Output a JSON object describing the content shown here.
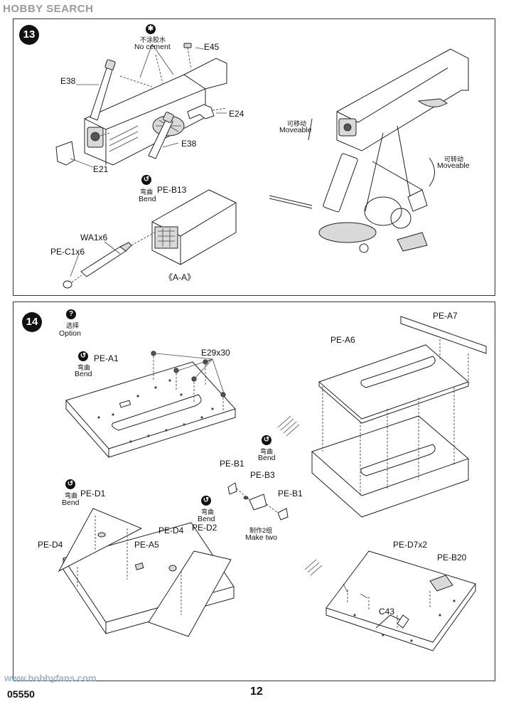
{
  "header": {
    "watermark": "HOBBY SEARCH"
  },
  "step13": {
    "number": "13",
    "no_cement_cn": "不涂胶水",
    "no_cement_en": "No cement",
    "labels": {
      "e45": "E45",
      "e38_top": "E38",
      "e24": "E24",
      "e38_bottom": "E38",
      "e21": "E21"
    },
    "moveable1_cn": "可移动",
    "moveable1_en": "Moveable",
    "moveable2_cn": "可转动",
    "moveable2_en": "Moveable",
    "bend_cn": "弯曲",
    "bend_en": "Bend",
    "pe_b13": "PE-B13",
    "wa1x6": "WA1x6",
    "pe_c1x6": "PE-C1x6",
    "view_aa": "《A-A》"
  },
  "step14": {
    "number": "14",
    "option_cn": "选择",
    "option_en": "Option",
    "bend_cn": "弯曲",
    "bend_en": "Bend",
    "pe_a1": "PE-A1",
    "e29x30": "E29x30",
    "pe_a6": "PE-A6",
    "pe_a7": "PE-A7",
    "pe_b1_left": "PE-B1",
    "pe_b3": "PE-B3",
    "pe_b1_right": "PE-B1",
    "make_two_cn": "制作2组",
    "make_two_en": "Make two",
    "pe_d1": "PE-D1",
    "pe_d4_left": "PE-D4",
    "pe_a5": "PE-A5",
    "pe_d4_right": "PE-D4",
    "pe_d2": "PE-D2",
    "pe_d7x2": "PE-D7x2",
    "pe_b20": "PE-B20",
    "c43": "C43"
  },
  "footer": {
    "code": "05550",
    "page": "12",
    "watermark": "www.hobbyfans.com"
  }
}
